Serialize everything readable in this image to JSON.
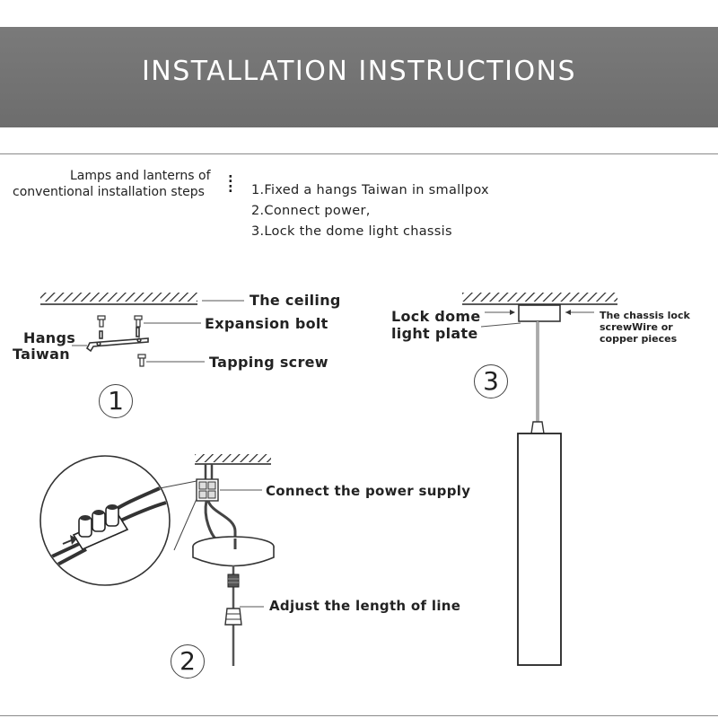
{
  "header": {
    "title": "INSTALLATION INSTRUCTIONS"
  },
  "intro": {
    "line1": "Lamps and lanterns of",
    "line2": "conventional installation steps",
    "colon": ":"
  },
  "steps": [
    "1.Fixed a hangs Taiwan in smallpox",
    "2.Connect power,",
    "3.Lock the dome light chassis"
  ],
  "diagram1": {
    "ceiling": "The ceiling",
    "expansion_bolt": "Expansion bolt",
    "hangs_line1": "Hangs",
    "hangs_line2": "Taiwan",
    "tapping_screw": "Tapping screw",
    "number": "1"
  },
  "diagram2": {
    "connect": "Connect the power supply",
    "adjust": "Adjust the length of line",
    "number": "2"
  },
  "diagram3": {
    "lock_line1": "Lock dome",
    "lock_line2": "light plate",
    "chassis_line1": "The chassis lock",
    "chassis_line2": "screwWire or",
    "chassis_line3": "copper pieces",
    "number": "3"
  }
}
